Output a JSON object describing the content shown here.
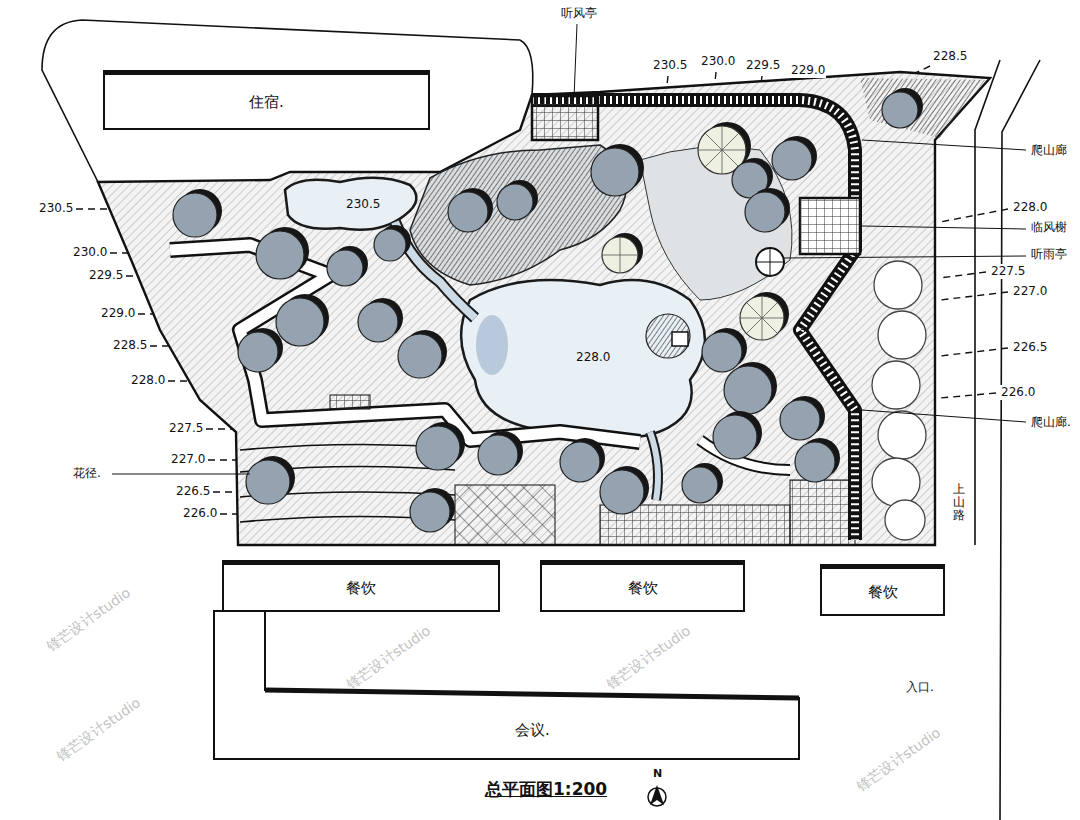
{
  "diagram": {
    "caption": "总平面图1:200",
    "nodes": [
      {
        "text": [
          "住宿."
        ]
      },
      {
        "text": [
          "餐饮"
        ]
      },
      {
        "text": [
          "餐饮"
        ]
      },
      {
        "text": [
          "餐饮"
        ]
      },
      {
        "text": [
          "会议."
        ]
      }
    ],
    "labels": [
      "听风亭",
      "爬山廊",
      "临风榭",
      "听雨亭",
      "爬山廊.",
      "上山路",
      "入口.",
      "花径.",
      "230.5",
      "230.0",
      "229.5",
      "229.0",
      "228.5",
      "228.0",
      "227.5",
      "227.0",
      "226.5",
      "226.0",
      "230.5",
      "230.0",
      "229.5",
      "229.0",
      "228.5",
      "228.0",
      "227.5",
      "227.0",
      "226.5",
      "226.0",
      "230.5",
      "228.0",
      "N",
      "锋芒设计studio",
      "锋芒设计studio",
      "锋芒设计studio",
      "锋芒设计studio",
      "锋芒设计studio"
    ]
  }
}
